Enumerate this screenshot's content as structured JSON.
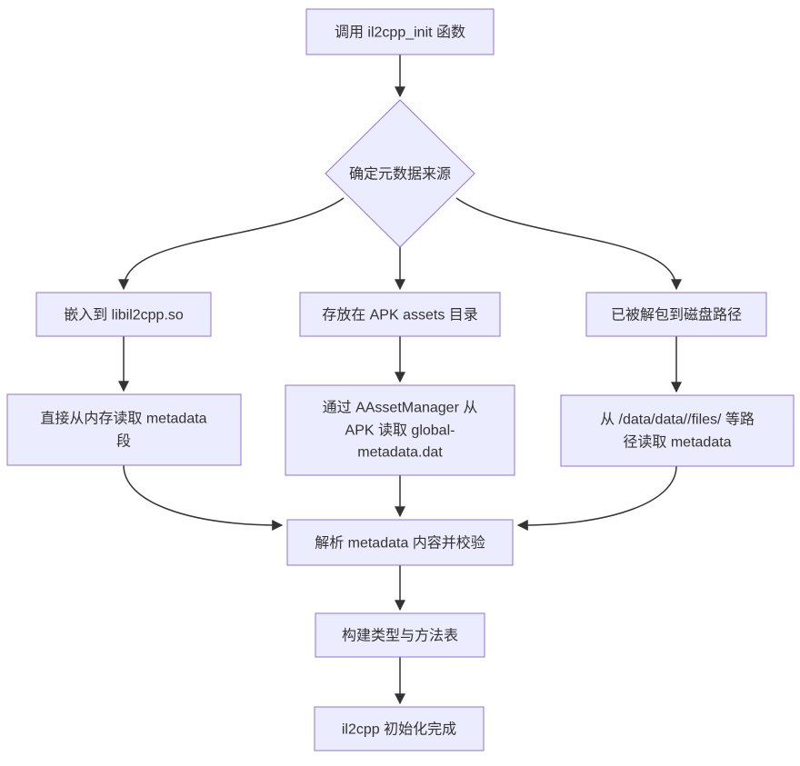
{
  "diagram": {
    "type": "flowchart",
    "direction": "top-down",
    "colors": {
      "node_fill": "#ECECFF",
      "node_border": "#9370DB",
      "edge_color": "#333333",
      "text_color": "#333333",
      "background": "#ffffff"
    },
    "nodes": {
      "start": {
        "shape": "rect",
        "label": "调用 il2cpp_init 函数"
      },
      "decision": {
        "shape": "diamond",
        "label": "确定元数据来源"
      },
      "embedded": {
        "shape": "rect",
        "label": "嵌入到 libil2cpp.so"
      },
      "apk_assets": {
        "shape": "rect",
        "label": "存放在 APK assets 目录"
      },
      "unpacked": {
        "shape": "rect",
        "label": "已被解包到磁盘路径"
      },
      "mem_read": {
        "shape": "rect",
        "label": "直接从内存读取 metadata 段",
        "lines": [
          "直接从内存读取 metadata",
          "段"
        ]
      },
      "aasset_read": {
        "shape": "rect",
        "label": "通过 AAssetManager 从 APK 读取 global-metadata.dat",
        "lines": [
          "通过 AAssetManager 从",
          "APK 读取 global-",
          "metadata.dat"
        ]
      },
      "disk_read": {
        "shape": "rect",
        "label": "从 /data/data//files/ 等路径读取 metadata",
        "lines": [
          "从 /data/data//files/ 等路",
          "径读取 metadata"
        ]
      },
      "parse": {
        "shape": "rect",
        "label": "解析 metadata 内容并校验"
      },
      "build": {
        "shape": "rect",
        "label": "构建类型与方法表"
      },
      "done": {
        "shape": "rect",
        "label": "il2cpp 初始化完成"
      }
    },
    "edges": [
      {
        "from": "start",
        "to": "decision"
      },
      {
        "from": "decision",
        "to": "embedded"
      },
      {
        "from": "decision",
        "to": "apk_assets"
      },
      {
        "from": "decision",
        "to": "unpacked"
      },
      {
        "from": "embedded",
        "to": "mem_read"
      },
      {
        "from": "apk_assets",
        "to": "aasset_read"
      },
      {
        "from": "unpacked",
        "to": "disk_read"
      },
      {
        "from": "mem_read",
        "to": "parse"
      },
      {
        "from": "aasset_read",
        "to": "parse"
      },
      {
        "from": "disk_read",
        "to": "parse"
      },
      {
        "from": "parse",
        "to": "build"
      },
      {
        "from": "build",
        "to": "done"
      }
    ]
  }
}
